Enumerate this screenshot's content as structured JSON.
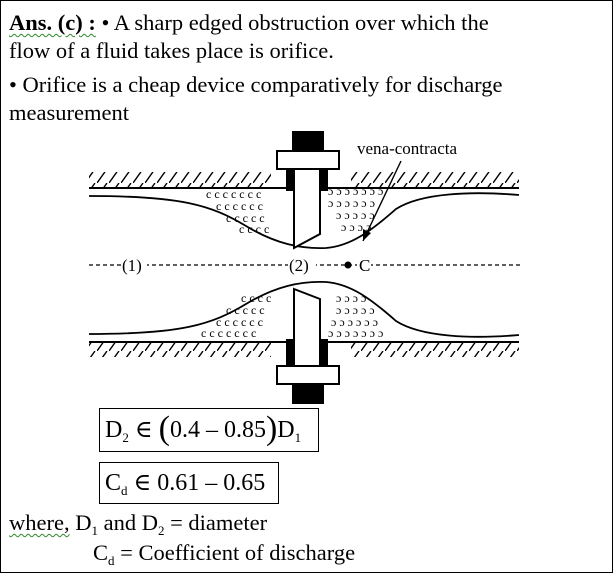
{
  "answer": {
    "label": "Ans. (c) :",
    "bullet": "•",
    "text1": "A sharp edged obstruction over which the",
    "text2": "flow of a fluid takes place is orifice.",
    "text3": "Orifice is a cheap device comparatively for discharge",
    "text4": "measurement"
  },
  "diagram": {
    "vena_label": "vena-contracta",
    "section1": "(1)",
    "section2": "(2)",
    "section_c": "C"
  },
  "formula1": {
    "d": "D",
    "sub2": "2",
    "op": "∈",
    "lparen": "(",
    "range": "0.4 – 0.85",
    "rparen": ")",
    "d1": "D",
    "sub1": "1"
  },
  "formula2": {
    "c": "C",
    "subd": "d",
    "op": "∈",
    "range": "0.61 – 0.65"
  },
  "where": {
    "word": "where,",
    "d": "D",
    "sub1": "1",
    "and": "and",
    "d2": "D",
    "sub2": "2",
    "eq": "= diameter",
    "c": "C",
    "subd": "d",
    "eq2": "= Coefficient of discharge"
  }
}
